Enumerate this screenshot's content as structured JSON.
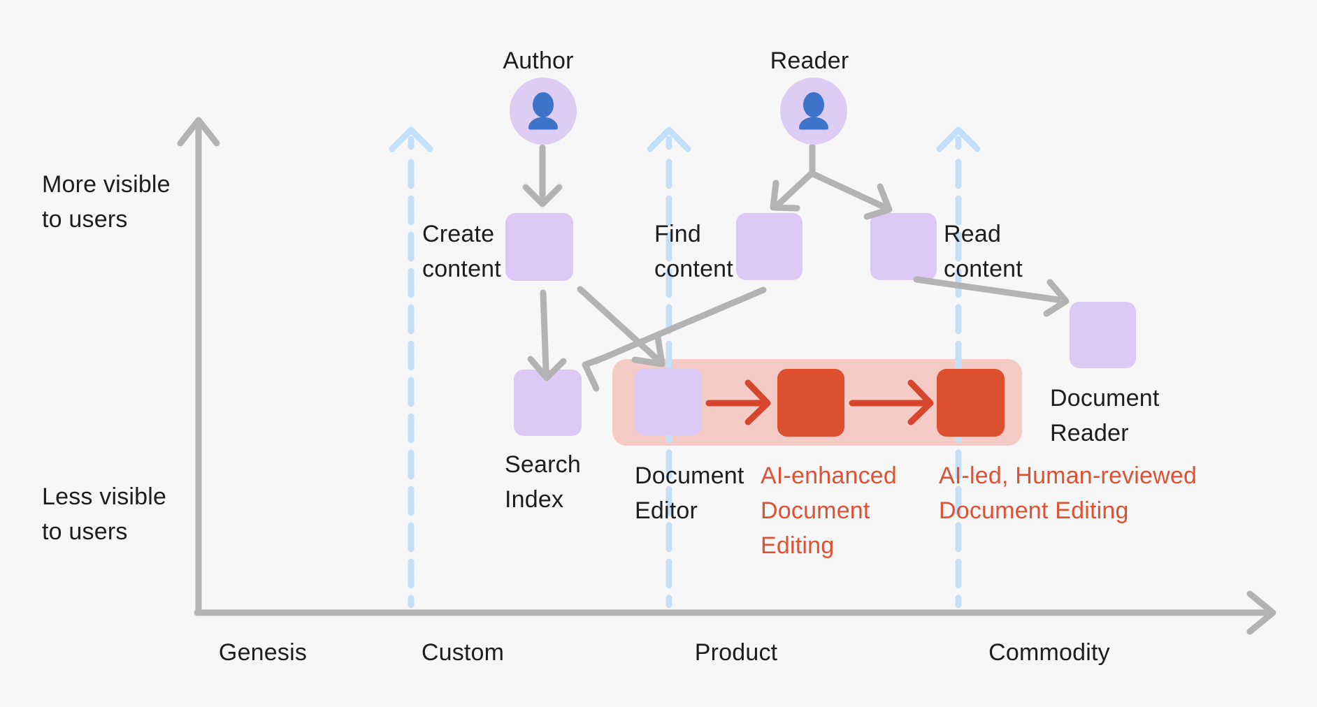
{
  "colors": {
    "background": "#f7f7f8",
    "text_dark": "#1d1d1f",
    "axis_gray": "#b3b3b3",
    "node_purple": "#dcc9f6",
    "avatar_purple": "#ddccf4",
    "person_blue": "#3d73c8",
    "dashed_blue": "#c3e0f8",
    "red_node": "#dc5030",
    "red_arrow": "#d7452c",
    "red_text": "#de5233",
    "pink_highlight": "#f5ccc5"
  },
  "axis": {
    "y_top": "More visible\nto users",
    "y_bottom": "Less visible\nto users",
    "stages": [
      "Genesis",
      "Custom",
      "Product",
      "Commodity"
    ]
  },
  "actors": [
    {
      "label": "Author"
    },
    {
      "label": "Reader"
    }
  ],
  "nodes": {
    "create": "Create\ncontent",
    "find": "Find\ncontent",
    "read": "Read\ncontent",
    "search_index": "Search\nIndex",
    "document_editor": "Document\nEditor",
    "ai_enhanced": "AI-enhanced\nDocument\nEditing",
    "ai_led": "AI-led, Human-reviewed\nDocument Editing",
    "document_reader": "Document\nReader"
  }
}
